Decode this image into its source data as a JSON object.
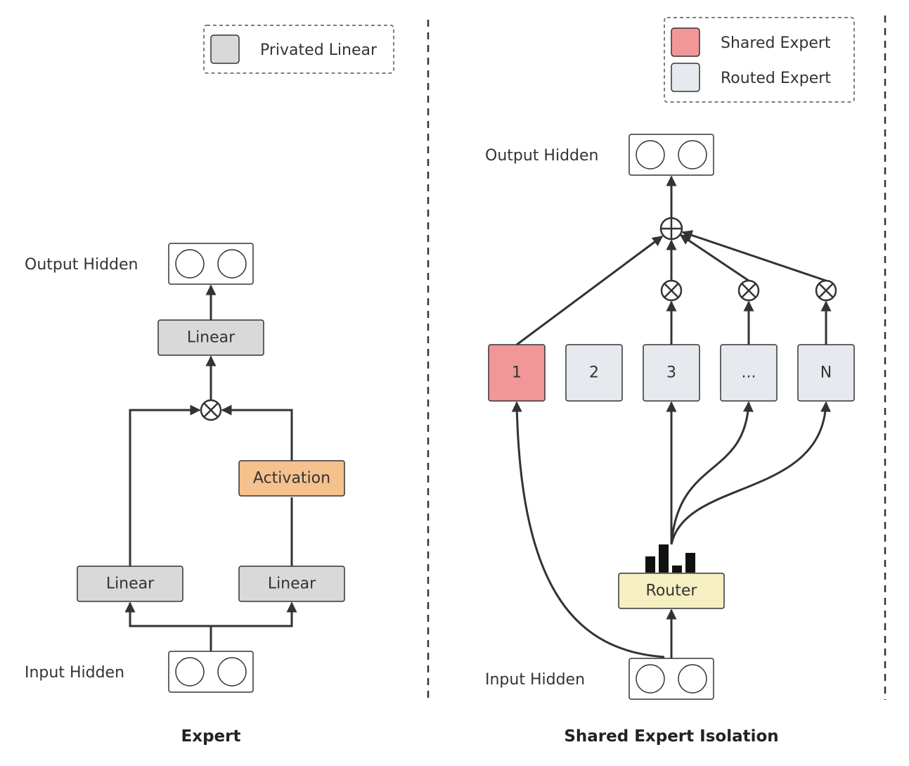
{
  "legend_left": {
    "items": [
      {
        "label": "Privated Linear",
        "color": "#d9d9d9"
      }
    ]
  },
  "legend_right": {
    "items": [
      {
        "label": "Shared Expert",
        "color": "#f19797"
      },
      {
        "label": "Routed Expert",
        "color": "#e6eaee"
      }
    ]
  },
  "expert_panel": {
    "title": "Expert",
    "output_label": "Output Hidden",
    "input_label": "Input Hidden",
    "top_linear": "Linear",
    "activation": "Activation",
    "left_linear": "Linear",
    "right_linear": "Linear",
    "activation_color": "#f5c18d",
    "linear_color": "#d9d9d9"
  },
  "moe_panel": {
    "title": "Shared Expert Isolation",
    "output_label": "Output Hidden",
    "input_label": "Input Hidden",
    "router": "Router",
    "router_color": "#f5efc1",
    "experts": [
      {
        "label": "1",
        "kind": "shared"
      },
      {
        "label": "2",
        "kind": "routed"
      },
      {
        "label": "3",
        "kind": "routed"
      },
      {
        "label": "...",
        "kind": "routed"
      },
      {
        "label": "N",
        "kind": "routed"
      }
    ]
  }
}
